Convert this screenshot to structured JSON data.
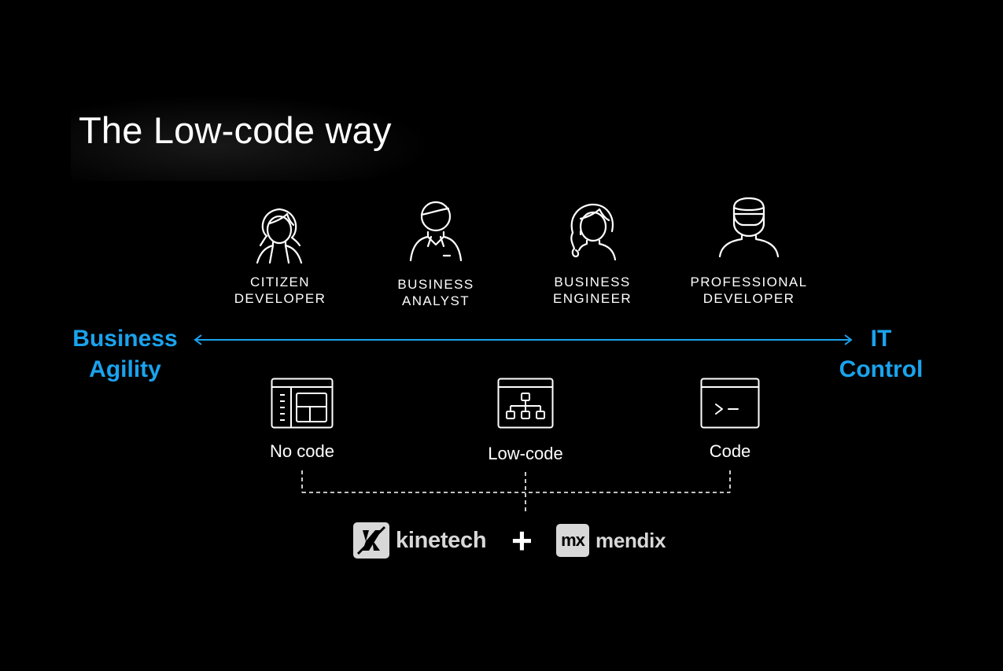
{
  "title": "The Low-code way",
  "personas": [
    {
      "id": "citizen",
      "icon": "woman-icon",
      "label": "CITIZEN\nDEVELOPER"
    },
    {
      "id": "analyst",
      "icon": "man-icon",
      "label": "BUSINESS\nANALYST"
    },
    {
      "id": "engineer",
      "icon": "woman-headset-icon",
      "label": "BUSINESS\nENGINEER"
    },
    {
      "id": "professional",
      "icon": "developer-icon",
      "label": "PROFESSIONAL\nDEVELOPER"
    }
  ],
  "axis": {
    "left_label": "Business\nAgility",
    "right_label": "IT\nControl",
    "color": "#1aa3ee"
  },
  "tools": [
    {
      "id": "no-code",
      "icon": "layout-window-icon",
      "label": "No code"
    },
    {
      "id": "low-code",
      "icon": "flowchart-window-icon",
      "label": "Low-code"
    },
    {
      "id": "code",
      "icon": "terminal-window-icon",
      "label": "Code"
    }
  ],
  "brands": {
    "kinetech": {
      "name": "kinetech",
      "icon": "kinetech-logo-icon"
    },
    "plus": "+",
    "mendix": {
      "name": "mendix",
      "mark": "mx",
      "icon": "mendix-logo-icon"
    }
  }
}
